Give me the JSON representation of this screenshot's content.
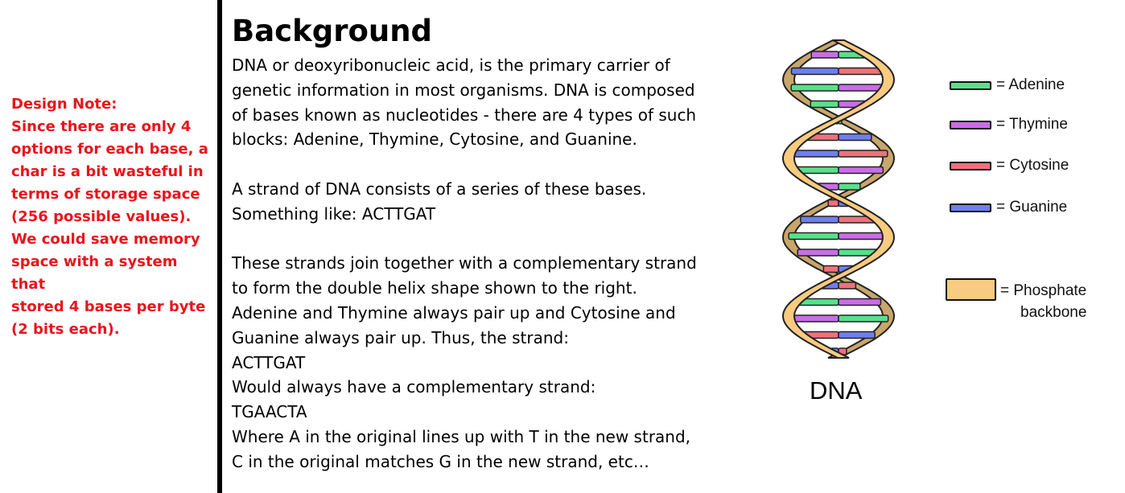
{
  "design_note": {
    "lines": [
      "Design Note:",
      "Since there are only 4",
      "options for each base, a",
      "char is a bit wasteful in",
      "terms of storage space",
      "(256 possible values).",
      "We could save memory",
      "space with a system that",
      "stored 4 bases per byte",
      "(2 bits each)."
    ]
  },
  "heading": "Background",
  "paragraphs": [
    [
      "DNA or deoxyribonucleic acid, is the primary carrier of",
      "genetic information in most organisms. DNA is composed",
      "of bases known as nucleotides - there are 4 types of such",
      "blocks: Adenine, Thymine, Cytosine, and Guanine."
    ],
    [
      "A strand of DNA consists of a series of these bases.",
      "Something like: ACTTGAT"
    ],
    [
      "These strands join together with a complementary strand",
      "to form the double helix shape shown to the right.",
      "Adenine and Thymine always pair up and Cytosine and",
      "Guanine always pair up. Thus, the strand:",
      "ACTTGAT",
      "Would always have a complementary strand:",
      "TGAACTA",
      "Where A in the original lines up with T in the new strand,",
      "C in the original matches G in the new strand, etc…"
    ]
  ],
  "diagram": {
    "label": "DNA",
    "legend": [
      {
        "symbol": "= Adenine",
        "color": "#58e08a"
      },
      {
        "symbol": "= Thymine",
        "color": "#c96de6"
      },
      {
        "symbol": "= Cytosine",
        "color": "#f0707c"
      },
      {
        "symbol": "= Guanine",
        "color": "#6f7ef0"
      }
    ],
    "backbone": {
      "line1": "= Phosphate",
      "line2": "backbone",
      "color": "#f8cb80",
      "dark": "#c9a66b"
    },
    "rungs": [
      "thymine",
      "guanine",
      "adenine",
      "adenine",
      "thymine",
      "cytosine",
      "guanine",
      "adenine",
      "thymine",
      "cytosine",
      "guanine",
      "adenine",
      "thymine",
      "cytosine",
      "guanine",
      "adenine",
      "thymine",
      "cytosine",
      "guanine"
    ]
  }
}
